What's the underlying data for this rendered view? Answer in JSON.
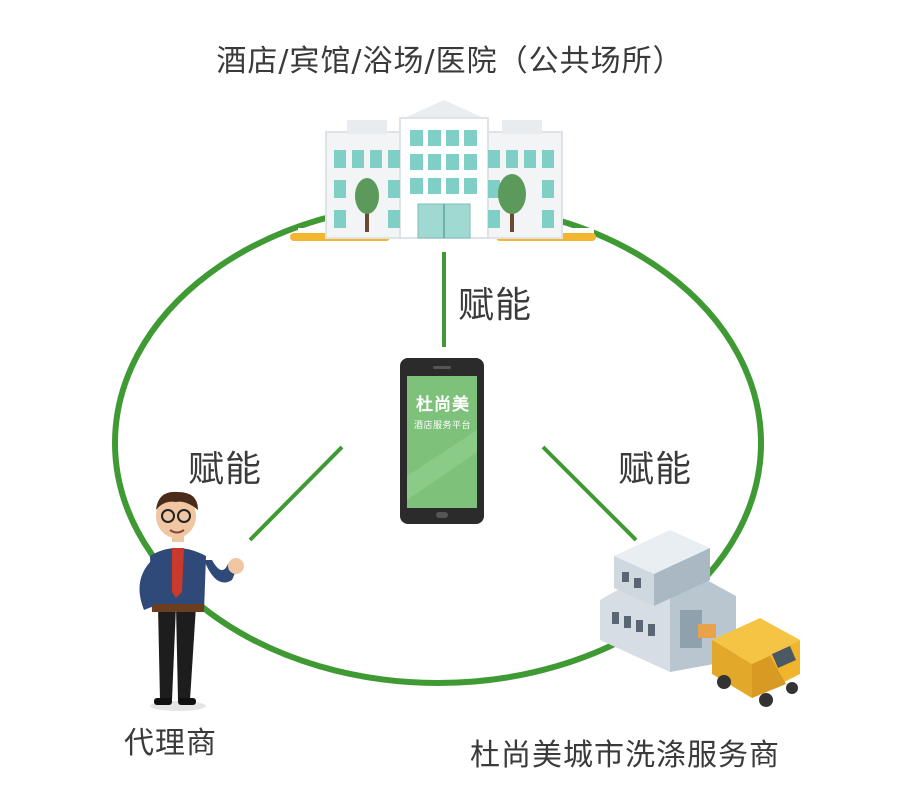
{
  "title": "酒店/宾馆/浴场/医院（公共场所）",
  "edge_labels": {
    "top": "赋能",
    "left": "赋能",
    "right": "赋能"
  },
  "phone": {
    "brand": "杜尚美",
    "subtitle": "酒店服务平台"
  },
  "nodes": {
    "agent": "代理商",
    "service": "杜尚美城市洗涤服务商"
  },
  "colors": {
    "ring": "#3f9a34",
    "phone_screen": "#7dc17a",
    "phone_body": "#2b2b2b",
    "ground": "#f3b630",
    "building_glass": "#7fcfc6",
    "van": "#f0b52a"
  }
}
